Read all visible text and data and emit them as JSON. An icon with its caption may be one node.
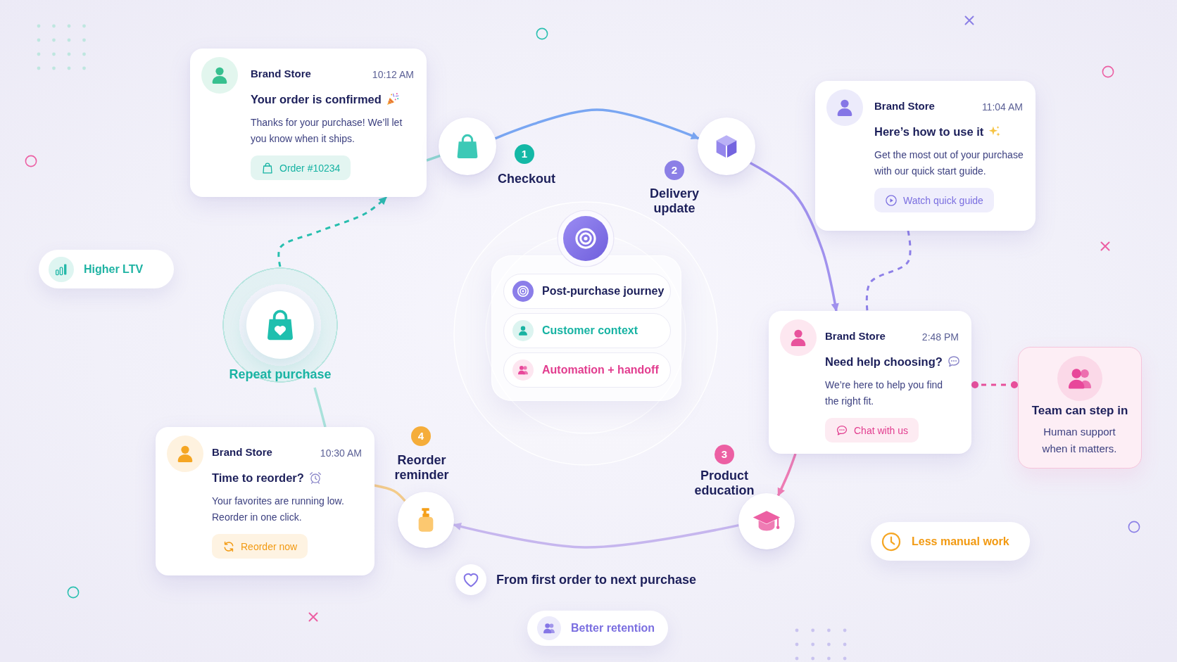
{
  "diagram": {
    "nodes": [
      {
        "text": [
          "Brand Store",
          "10:12 AM",
          "Your order is confirmed",
          "Thanks for your purchase! We’ll let you know when it ships.",
          "Order #10234"
        ]
      },
      {
        "text": [],
        "shape": "circle",
        "beside": [
          "1",
          "Checkout"
        ]
      },
      {
        "text": [],
        "shape": "circle",
        "beside": [
          "2",
          "Delivery update"
        ]
      },
      {
        "text": [
          "Brand Store",
          "11:04 AM",
          "Here’s how to use it",
          "Get the most out of your purchase with our quick start guide.",
          "Watch quick guide"
        ]
      },
      {
        "text": [
          "Higher LTV"
        ]
      },
      {
        "text": [
          "Repeat purchase"
        ]
      },
      {
        "text": [],
        "shape": "box"
      },
      {
        "text": [
          "Post-purchase journey"
        ],
        "in": 6
      },
      {
        "text": [
          "Customer context"
        ],
        "in": 6
      },
      {
        "text": [
          "Automation + handoff"
        ],
        "in": 6
      },
      {
        "text": [
          "Brand Store",
          "2:48 PM",
          "Need help choosing?",
          "We’re here to help you find the right fit.",
          "Chat with us"
        ]
      },
      {
        "text": [
          "Team can step in",
          "Human support when it matters."
        ]
      },
      {
        "text": [
          "Brand Store",
          "10:30 AM",
          "Time to reorder?",
          "Your favorites are running low. Reorder in one click.",
          "Reorder now"
        ]
      },
      {
        "text": [],
        "shape": "circle",
        "beside": [
          "4",
          "Reorder reminder"
        ]
      },
      {
        "text": [],
        "shape": "circle",
        "beside": [
          "3",
          "Product education"
        ]
      },
      {
        "text": [
          "Less manual work"
        ]
      },
      {
        "text": [
          "Better retention"
        ]
      }
    ],
    "edges": [
      {
        "from": 0,
        "to": 1,
        "arrow": "none",
        "color": "#8fdcd2"
      },
      {
        "from": 1,
        "to": 2,
        "arrow": "to",
        "color": "#79a6f2"
      },
      {
        "from": 2,
        "to": 10,
        "arrow": "to",
        "color": "#a192ee"
      },
      {
        "from": 3,
        "to": 10,
        "arrow": "none",
        "style": "dashed",
        "color": "#8e80e8"
      },
      {
        "from": 10,
        "to": 14,
        "arrow": "to",
        "color": "#ee7cb4"
      },
      {
        "from": 10,
        "to": 11,
        "arrow": "other",
        "style": "dashed",
        "color": "#e8509b"
      },
      {
        "from": 14,
        "to": 13,
        "arrow": "to",
        "color": "#c6b6ee"
      },
      {
        "from": 13,
        "to": 12,
        "arrow": "none",
        "color": "#f4cc8a"
      },
      {
        "from": 12,
        "to": 5,
        "arrow": "none",
        "color": "#a9e2db"
      },
      {
        "from": 5,
        "to": 0,
        "arrow": "to",
        "style": "dashed",
        "color": "#27bfae"
      }
    ],
    "labels": [
      "From first order to next purchase"
    ]
  }
}
